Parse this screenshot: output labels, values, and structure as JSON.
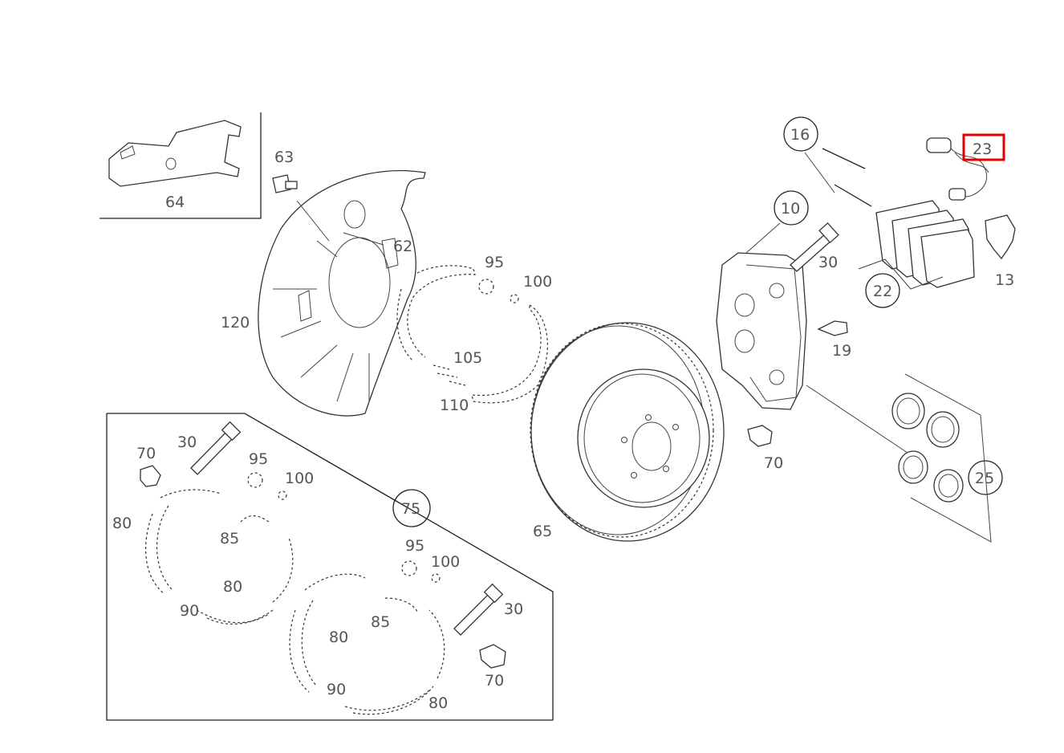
{
  "callouts": {
    "c10": "10",
    "c13": "13",
    "c16": "16",
    "c19": "19",
    "c22": "22",
    "c23": "23",
    "c25": "25",
    "c30a": "30",
    "c30b": "30",
    "c30c": "30",
    "c62": "62",
    "c63": "63",
    "c64": "64",
    "c65": "65",
    "c70a": "70",
    "c70b": "70",
    "c70c": "70",
    "c75": "75",
    "c80a": "80",
    "c80b": "80",
    "c80c": "80",
    "c80d": "80",
    "c85a": "85",
    "c85b": "85",
    "c90a": "90",
    "c90b": "90",
    "c95a": "95",
    "c95b": "95",
    "c95c": "95",
    "c100a": "100",
    "c100b": "100",
    "c100c": "100",
    "c105": "105",
    "c110": "110",
    "c120": "120"
  },
  "highlight": {
    "part": "23",
    "color": "#e00000"
  }
}
